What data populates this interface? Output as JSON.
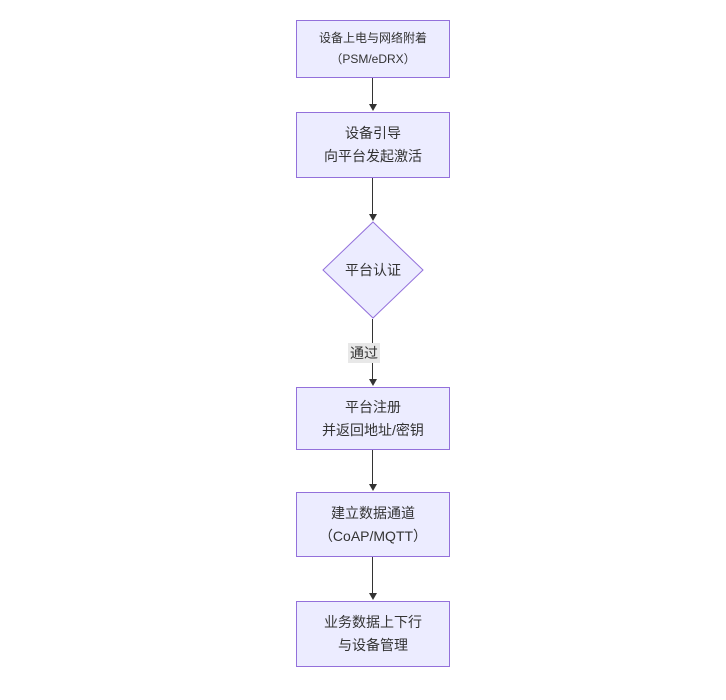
{
  "diagram": {
    "background": "#ffffff",
    "colors": {
      "node_fill": "#ECECFF",
      "node_border": "#9370DB",
      "edge": "#333333",
      "edge_label_bg": "#e8e8e8",
      "text": "#333333"
    },
    "nodes": [
      {
        "shape": "rect",
        "line1": "设备上电与网络附着",
        "line2": "（PSM/eDRX）"
      },
      {
        "shape": "rect",
        "line1": "设备引导",
        "line2": "向平台发起激活"
      },
      {
        "shape": "diamond",
        "line1": "平台认证",
        "line2": ""
      },
      {
        "shape": "rect",
        "line1": "平台注册",
        "line2": "并返回地址/密钥"
      },
      {
        "shape": "rect",
        "line1": "建立数据通道",
        "line2": "（CoAP/MQTT）"
      },
      {
        "shape": "rect",
        "line1": "业务数据上下行",
        "line2": "与设备管理"
      }
    ],
    "edge_label": "通过"
  }
}
